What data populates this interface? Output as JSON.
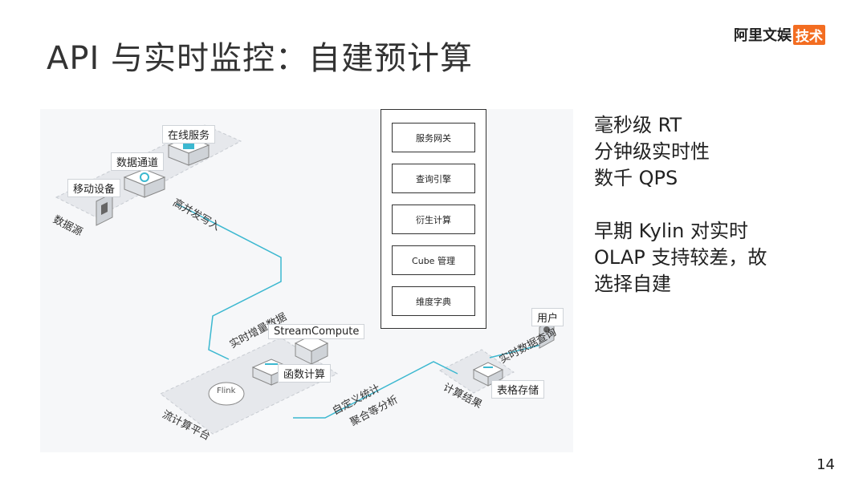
{
  "title": "API 与实时监控：自建预计算",
  "brand": {
    "name": "阿里文娱",
    "tag": "技术"
  },
  "page_number": "14",
  "stack": [
    "服务网关",
    "查询引擎",
    "衍生计算",
    "Cube 管理",
    "维度字典"
  ],
  "diagram": {
    "online_service": "在线服务",
    "data_channel": "数据通道",
    "mobile_device": "移动设备",
    "data_source": "数据源",
    "high_concurrency_write": "高并发写入",
    "realtime_incremental": "实时增量数据",
    "stream_compute": "StreamCompute",
    "function_compute": "函数计算",
    "flink": "Flink",
    "stream_platform": "流计算平台",
    "custom_stats_1": "自定义统计",
    "custom_stats_2": "聚合等分析",
    "calc_result": "计算结果",
    "table_store": "表格存储",
    "realtime_query": "实时数据查询",
    "user": "用户"
  },
  "right_text": {
    "line1": "毫秒级 RT",
    "line2": "分钟级实时性",
    "line3": "数千 QPS",
    "line4": "早期 Kylin 对实时",
    "line5": "OLAP 支持较差，故",
    "line6": "选择自建"
  }
}
